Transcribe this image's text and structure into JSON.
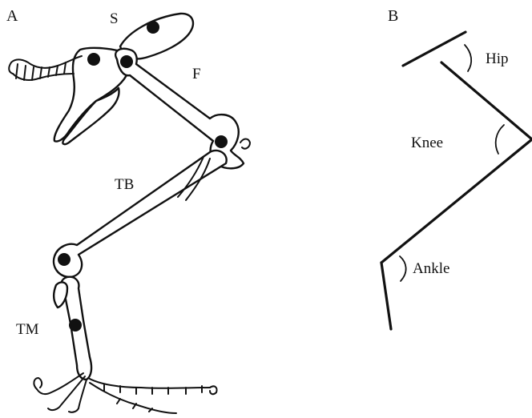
{
  "panels": {
    "a": {
      "letter": "A",
      "segments": {
        "synsacrum": "S",
        "femur": "F",
        "tibiotarsus": "TB",
        "tarsometatarsus": "TM"
      }
    },
    "b": {
      "letter": "B",
      "joints": {
        "hip": "Hip",
        "knee": "Knee",
        "ankle": "Ankle"
      }
    }
  },
  "colors": {
    "ink": "#111111",
    "background": "#ffffff"
  }
}
